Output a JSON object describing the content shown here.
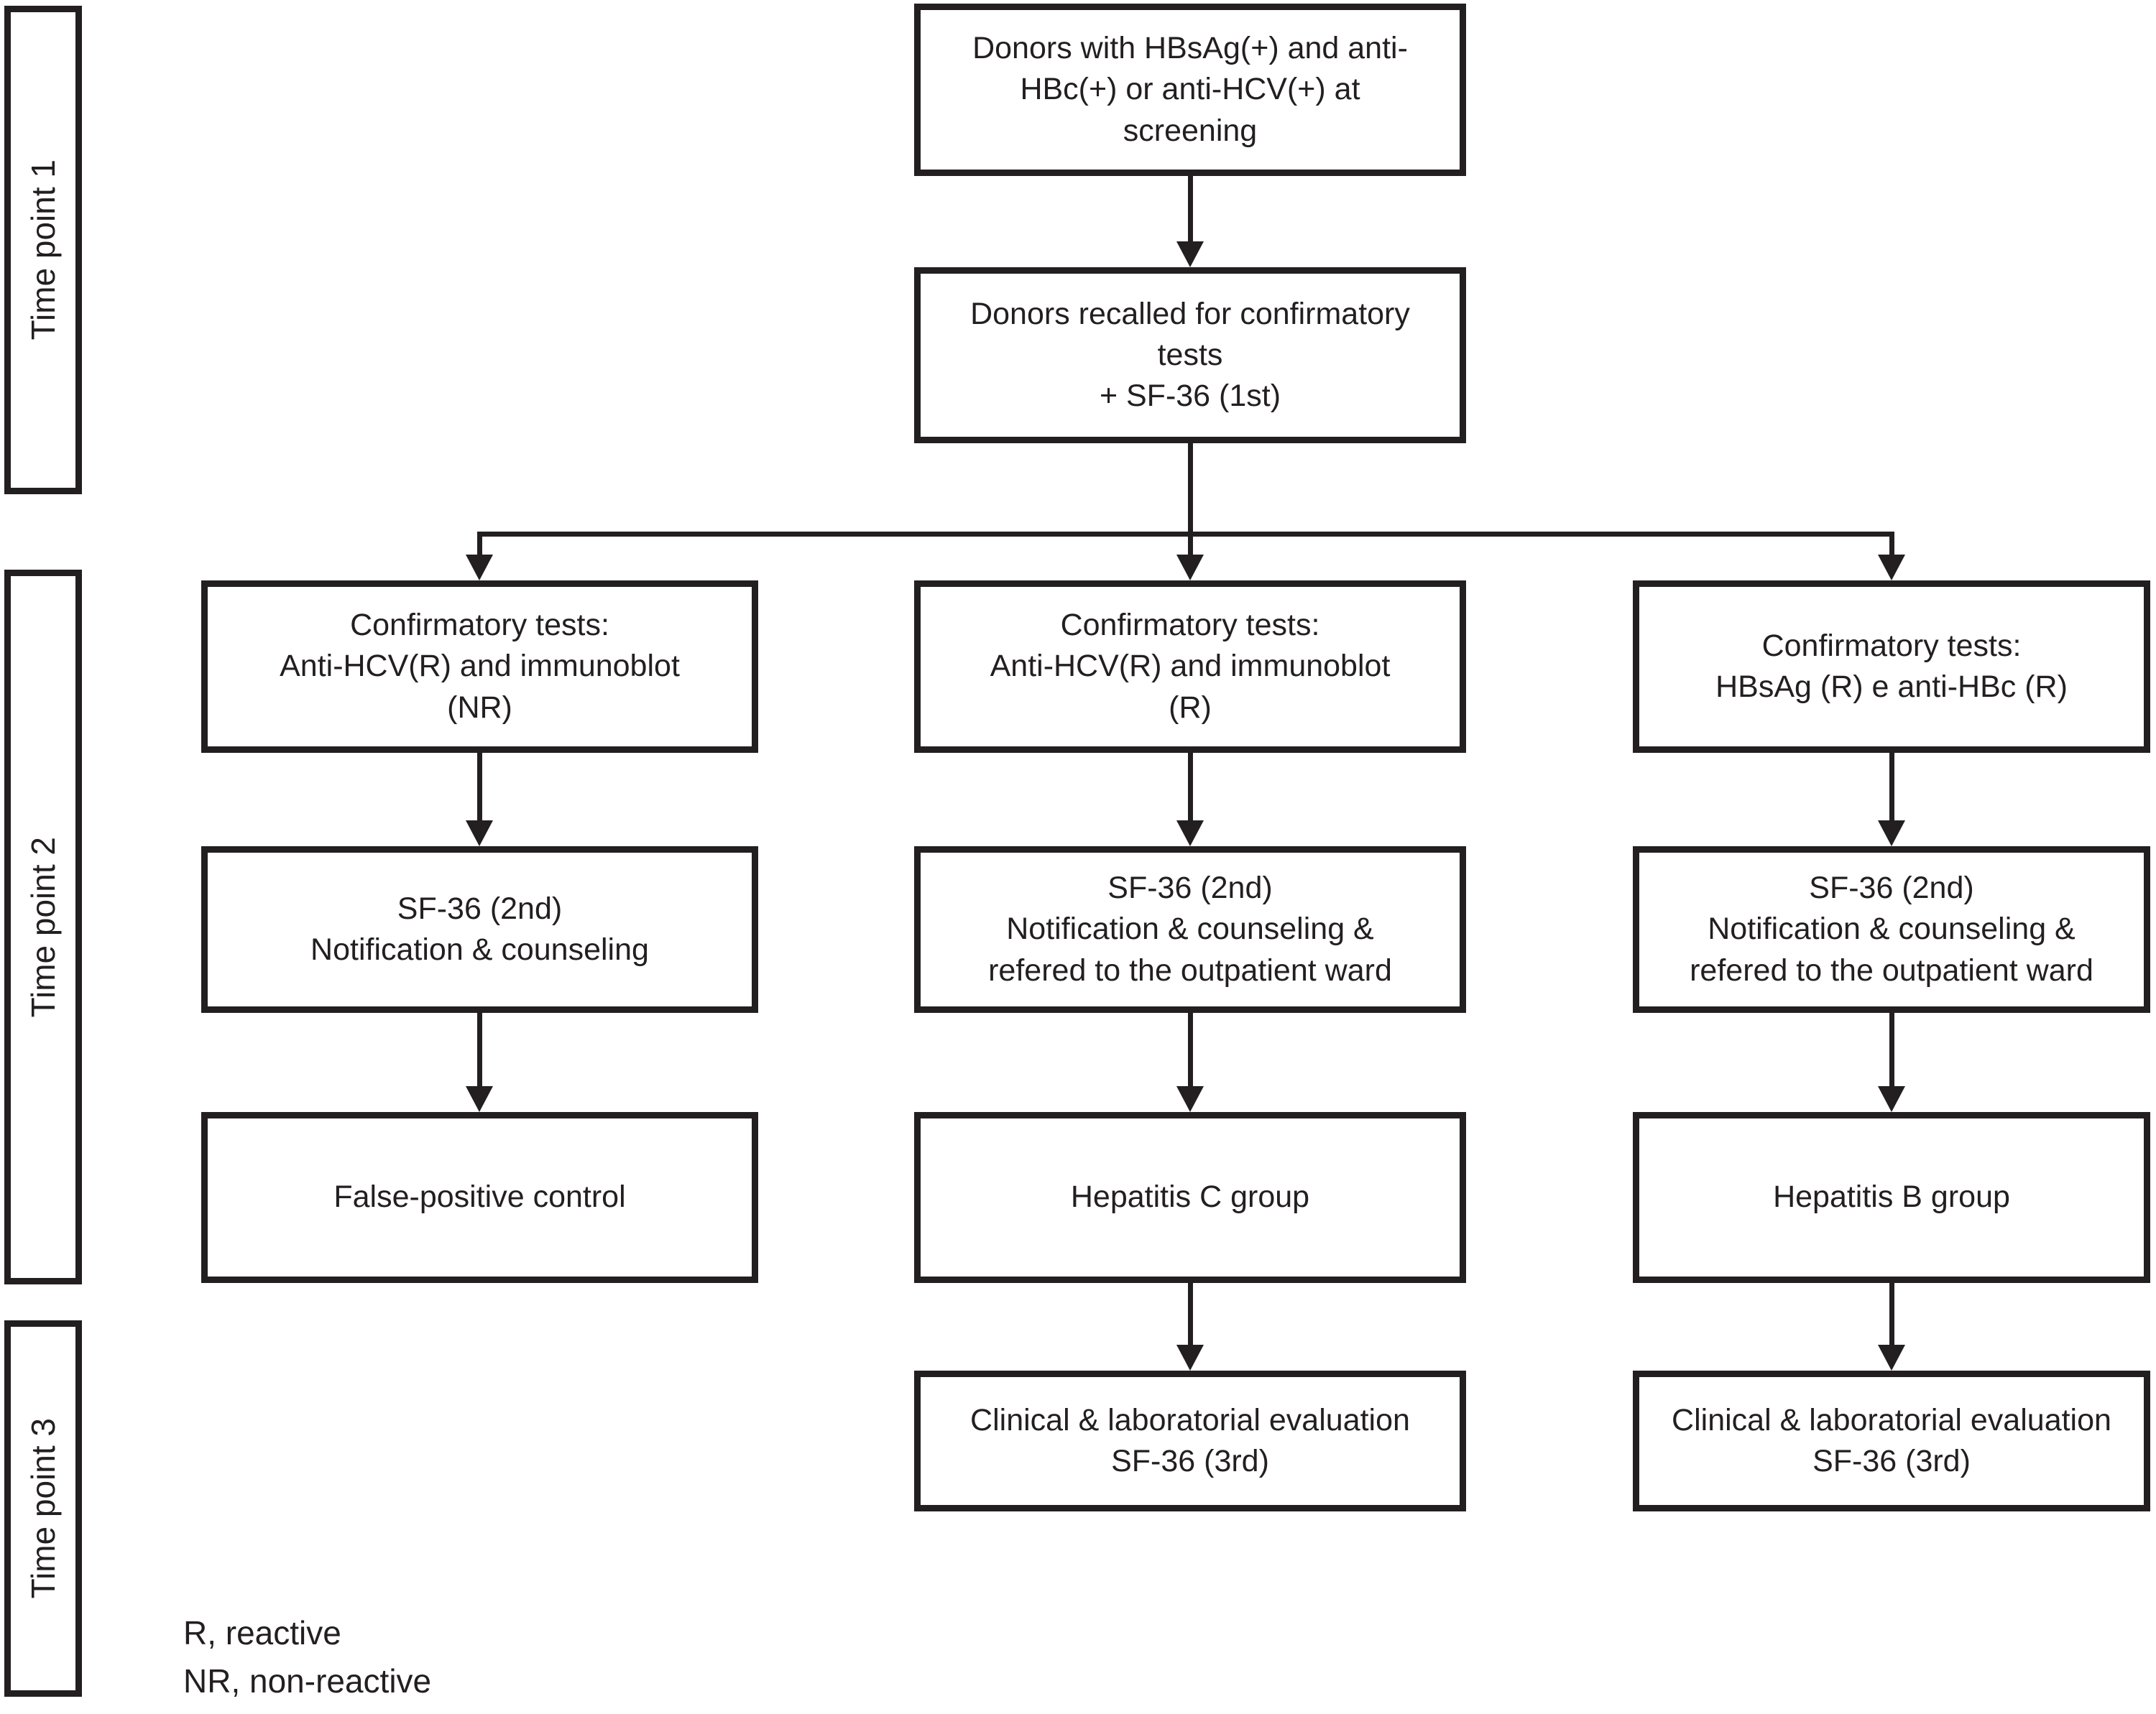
{
  "colors": {
    "ink": "#231f20",
    "background": "#ffffff"
  },
  "timeline": {
    "items": [
      {
        "label": "Time point 1"
      },
      {
        "label": "Time point 2"
      },
      {
        "label": "Time point 3"
      }
    ]
  },
  "nodes": {
    "screening": "Donors with HBsAg(+) and anti-\nHBc(+) or anti-HCV(+) at\nscreening",
    "recall": "Donors recalled for confirmatory\ntests\n+ SF-36 (1st)",
    "confirm_hcv_nr": "Confirmatory tests:\nAnti-HCV(R) and immunoblot\n(NR)",
    "confirm_hcv_r": "Confirmatory tests:\nAnti-HCV(R) and immunoblot\n(R)",
    "confirm_hbv": "Confirmatory tests:\nHBsAg (R) e anti-HBc (R)",
    "sf36_counseling": "SF-36 (2nd)\nNotification & counseling",
    "sf36_outpatient_c": "SF-36 (2nd)\nNotification & counseling &\nrefered to the outpatient ward",
    "sf36_outpatient_b": "SF-36 (2nd)\nNotification & counseling &\nrefered to the outpatient ward",
    "false_positive": "False-positive control",
    "hep_c_group": "Hepatitis C group",
    "hep_b_group": "Hepatitis B group",
    "eval_c": "Clinical & laboratorial evaluation\nSF-36 (3rd)",
    "eval_b": "Clinical & laboratorial evaluation\nSF-36 (3rd)"
  },
  "legend": {
    "reactive": "R, reactive",
    "non_reactive": "NR, non-reactive"
  }
}
